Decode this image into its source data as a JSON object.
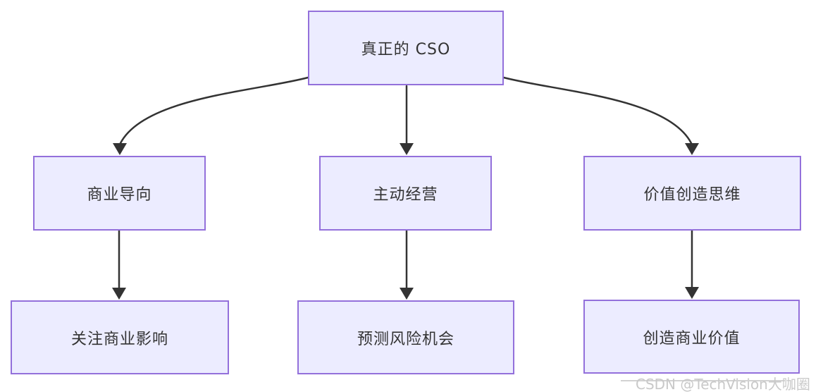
{
  "diagram": {
    "type": "flowchart",
    "nodes": {
      "root": {
        "label": "真正的 CSO"
      },
      "branch1": {
        "label": "商业导向"
      },
      "branch2": {
        "label": "主动经营"
      },
      "branch3": {
        "label": "价值创造思维"
      },
      "leaf1": {
        "label": "关注商业影响"
      },
      "leaf2": {
        "label": "预测风险机会"
      },
      "leaf3": {
        "label": "创造商业价值"
      }
    },
    "edges": [
      {
        "from": "真正的 CSO",
        "to": "商业导向"
      },
      {
        "from": "真正的 CSO",
        "to": "主动经营"
      },
      {
        "from": "真正的 CSO",
        "to": "价值创造思维"
      },
      {
        "from": "商业导向",
        "to": "关注商业影响"
      },
      {
        "from": "主动经营",
        "to": "预测风险机会"
      },
      {
        "from": "价值创造思维",
        "to": "创造商业价值"
      }
    ],
    "colors": {
      "node_fill": "#ECECFF",
      "node_border": "#9370DB",
      "edge": "#333333",
      "text": "#333333",
      "watermark": "#C9C9C9"
    }
  },
  "watermark": {
    "text": "CSDN @TechVision大咖圈"
  }
}
